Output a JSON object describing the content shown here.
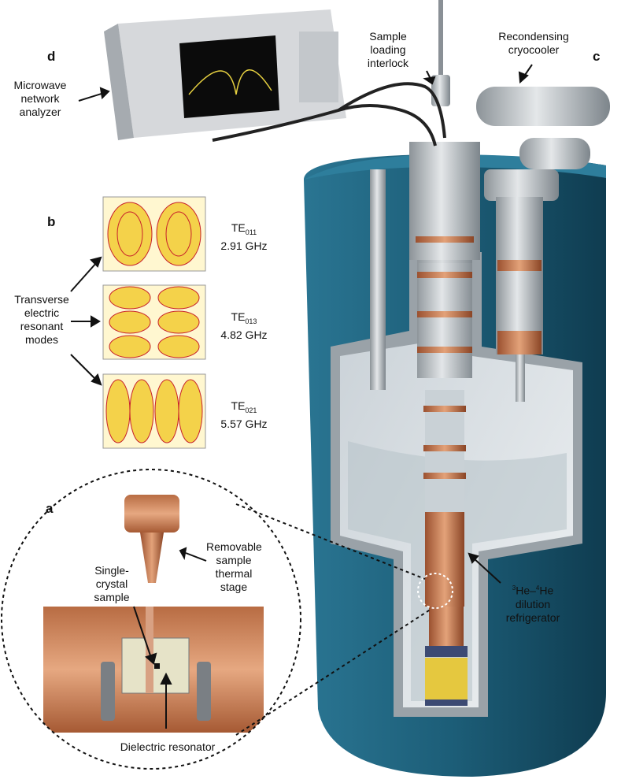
{
  "panels": {
    "a": "a",
    "b": "b",
    "c": "c",
    "d": "d"
  },
  "labels": {
    "network_analyzer": [
      "Microwave",
      "network",
      "analyzer"
    ],
    "sample_interlock": [
      "Sample",
      "loading",
      "interlock"
    ],
    "cryocooler": [
      "Recondensing",
      "cryocooler"
    ],
    "modes_caption": [
      "Transverse",
      "electric",
      "resonant",
      "modes"
    ],
    "thermal_stage": [
      "Removable",
      "sample",
      "thermal",
      "stage"
    ],
    "crystal_sample": [
      "Single-",
      "crystal",
      "sample"
    ],
    "dielectric_resonator": "Dielectric resonator",
    "dilution_refrigerator": {
      "he3": "3",
      "he3_text": "He–",
      "he4": "4",
      "he4_text": "He",
      "line2": "dilution",
      "line3": "refrigerator"
    }
  },
  "modes": [
    {
      "base": "TE",
      "subscript": "011",
      "freq": "2.91 GHz"
    },
    {
      "base": "TE",
      "subscript": "013",
      "freq": "4.82 GHz"
    },
    {
      "base": "TE",
      "subscript": "021",
      "freq": "5.57 GHz"
    }
  ],
  "colors": {
    "dewar": "#1c5d77",
    "copper": "#c57a4d",
    "field_fill": "#f4d24a",
    "field_line": "#c8202a"
  }
}
